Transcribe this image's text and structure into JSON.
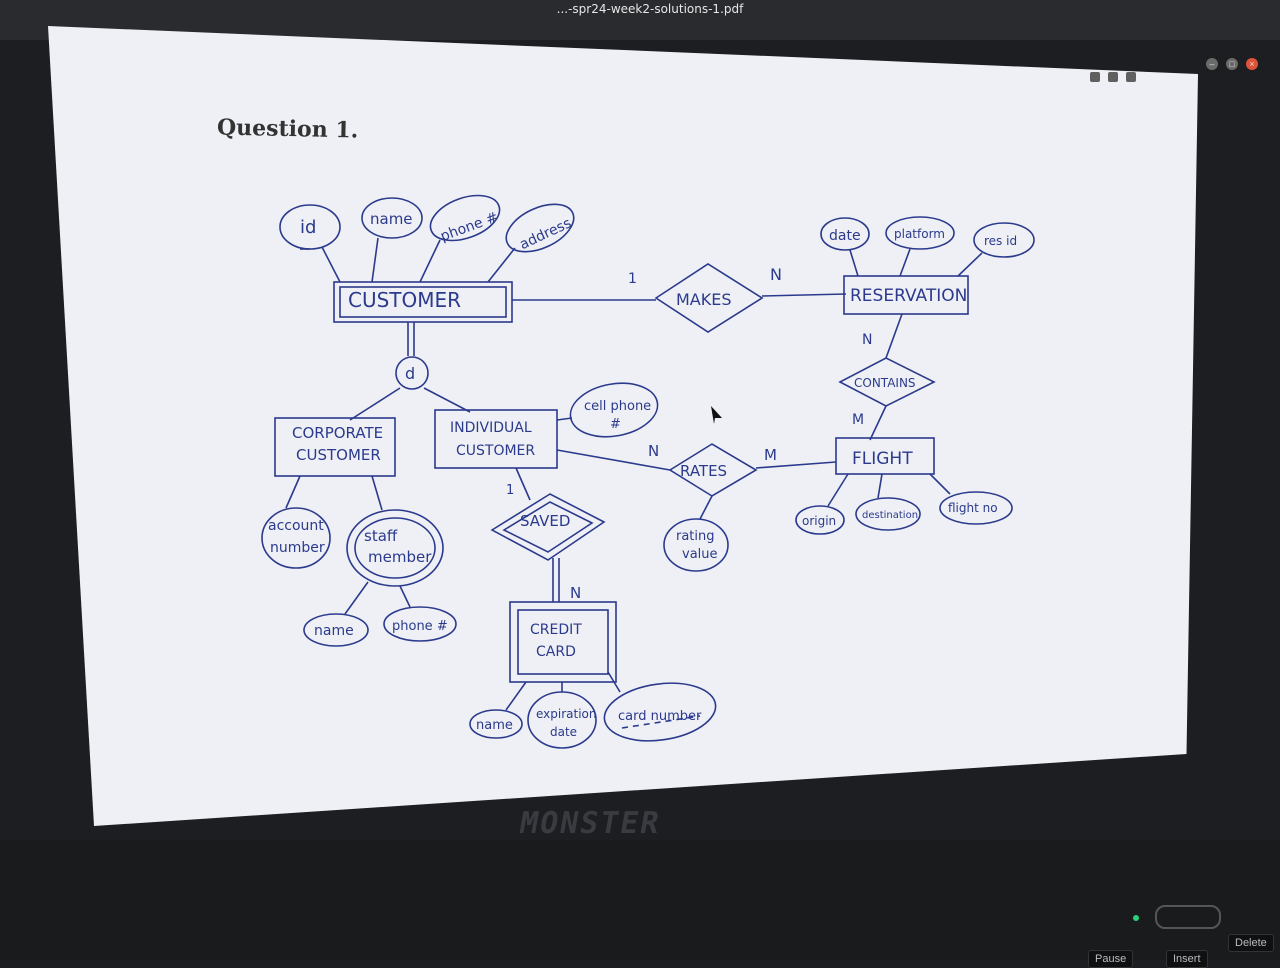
{
  "window": {
    "title": "...-spr24-week2-solutions-1.pdf"
  },
  "page": {
    "heading": "Question 1."
  },
  "diagram": {
    "entities": {
      "customer": "CUSTOMER",
      "reservation": "RESERVATION",
      "corporate_customer_1": "CORPORATE",
      "corporate_customer_2": "CUSTOMER",
      "individual_customer_1": "INDIVIDUAL",
      "individual_customer_2": "CUSTOMER",
      "flight": "FLIGHT",
      "credit_card_1": "CREDIT",
      "credit_card_2": "CARD",
      "staff_member_1": "staff",
      "staff_member_2": "member"
    },
    "relationships": {
      "makes": "MAKES",
      "contains": "CONTAINS",
      "rates": "RATES",
      "saved": "SAVED"
    },
    "attributes": {
      "id": "id",
      "name": "name",
      "phone": "phone #",
      "address": "address",
      "date": "date",
      "platform": "platform",
      "res_id": "res id",
      "cell_phone_1": "cell phone",
      "cell_phone_2": "#",
      "account_number_1": "account",
      "account_number_2": "number",
      "staff_name": "name",
      "staff_phone": "phone #",
      "rating_value_1": "rating",
      "rating_value_2": "value",
      "origin": "origin",
      "destination": "destination",
      "flight_no": "flight no",
      "card_name": "name",
      "expiration_date_1": "expiration",
      "expiration_date_2": "date",
      "card_number": "card number"
    },
    "specialization": "d",
    "cardinalities": {
      "makes_customer": "1",
      "makes_reservation": "N",
      "contains_reservation": "N",
      "contains_flight": "M",
      "rates_individual": "N",
      "rates_flight": "M",
      "saved_individual": "1",
      "saved_card": "N"
    },
    "ink_color": "#2b3a8c"
  },
  "laptop": {
    "brand": "MONSTER",
    "keys": [
      "Pause",
      "Insert",
      "Delete"
    ]
  }
}
